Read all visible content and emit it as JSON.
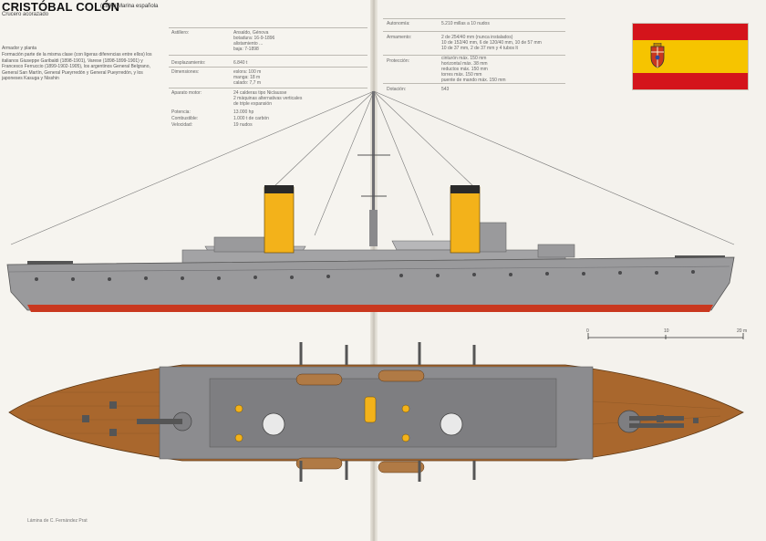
{
  "title": "CRISTÓBAL COLÓN",
  "title_year": "(1896) Marina española",
  "subtitle": "Crucero acorazado",
  "intro_heading": "Armador y planta",
  "intro_text": "Formación parte de la misma clase (con ligeras diferencias entre ellos) los italianos Giuseppe Garibaldi (1898-1901), Varese (1898-1899-1901) y Francesco Ferruccio (1899-1902-1905), los argentinos General Belgrano, General San Martín, General Pueyrredón y General Pueyrredón, y los japoneses Kasuga y Nisshin",
  "specs_left": [
    {
      "label": "Astillero:",
      "value": "Ansaldo, Génova\nbotadura: 16-9-1896\nalistamiento ...\nbaja: 7-1898"
    },
    {
      "label": "Desplazamiento:",
      "value": "6.840 t"
    },
    {
      "label": "Dimensiones:",
      "value": "eslora: 100 m\nmanga: 18 m\ncalado: 7,7 m"
    },
    {
      "label": "Aparato motor:",
      "value": "24 calderas tipo Niclausse\n2 máquinas alternativas verticales\nde triple expansión"
    },
    {
      "label": "Potencia:",
      "value": "13.000 hp"
    },
    {
      "label": "Combustible:",
      "value": "1.000 t de carbón"
    },
    {
      "label": "Velocidad:",
      "value": "19 nudos"
    }
  ],
  "specs_right": [
    {
      "label": "Autonomía:",
      "value": "5.210 millas a 10 nudos"
    },
    {
      "label": "Armamento:",
      "value": "2 de 254/40 mm (nunca instalados)\n10 de 152/40 mm, 6 de 120/40 mm, 10 de 57 mm\n10 de 37 mm, 2 de 37 mm y 4 tubos lt"
    },
    {
      "label": "Protección:",
      "value": "cinturón máx. 150 mm\nhorizontal máx. 38 mm\nreductos máx. 150 mm\ntorres máx. 150 mm\npuente de mando máx. 150 mm"
    },
    {
      "label": "Dotación:",
      "value": "543"
    }
  ],
  "scale": {
    "zero": "0",
    "mid": "10",
    "end": "20 m"
  },
  "credit": "Lámina de C. Fernández Prat",
  "colors": {
    "hull": "#9a9a9c",
    "hull_dark": "#6f6f72",
    "boot_red": "#c9381f",
    "funnel": "#f3b21a",
    "deck_wood": "#a9672d",
    "deck_grey": "#8c8c8f",
    "flag_red": "#d4141b",
    "flag_yellow": "#f6c400"
  }
}
